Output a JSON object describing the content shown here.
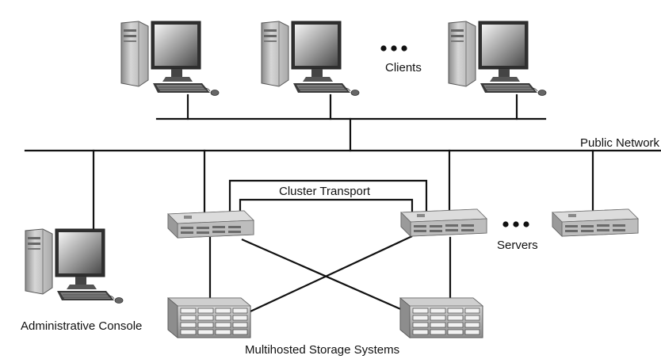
{
  "labels": {
    "clients": "Clients",
    "public_network": "Public Network",
    "cluster_transport": "Cluster Transport",
    "servers": "Servers",
    "administrative_console": "Administrative Console",
    "multihosted_storage": "Multihosted Storage Systems"
  },
  "colors": {
    "line": "#111111",
    "device_light": "#e6e6e6",
    "device_mid": "#b5b5b5",
    "device_dark": "#6f6f6f",
    "screen": "#444444"
  }
}
